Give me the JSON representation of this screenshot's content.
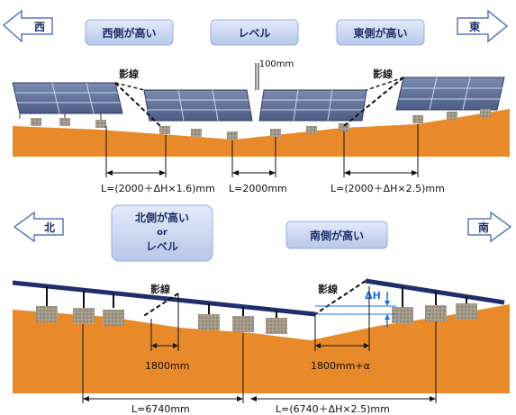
{
  "top": {
    "arrow_left": "西",
    "arrow_right": "東",
    "badge_west_high": "西側が高い",
    "badge_level": "レベル",
    "badge_east_high": "東側が高い",
    "shadow_label_left": "影線",
    "shadow_label_right": "影線",
    "gap_label": "100mm",
    "dim_left": "L=(2000＋ΔH×1.6)mm",
    "dim_center": "L=2000mm",
    "dim_right": "L=(2000＋ΔH×2.5)mm"
  },
  "bottom": {
    "arrow_left": "北",
    "arrow_right": "南",
    "badge_north_high_line1": "北側が高い",
    "badge_north_high_line2": "or",
    "badge_north_high_line3": "レベル",
    "badge_south_high": "南側が高い",
    "shadow_label_left": "影線",
    "shadow_label_right": "影線",
    "delta_h_label": "ΔH",
    "dim_gap_left": "1800mm",
    "dim_gap_right": "1800mm+α",
    "dim_left": "L=6740mm",
    "dim_right": "L=(6740＋ΔH×2.5)mm"
  },
  "colors": {
    "ground": "#e98a2a",
    "panel": "#5f6f96",
    "panel_frame": "#2f3b5c",
    "badge": "#c9d6ef",
    "beam": "#1f2f6b",
    "concrete": "#9a8f80"
  }
}
